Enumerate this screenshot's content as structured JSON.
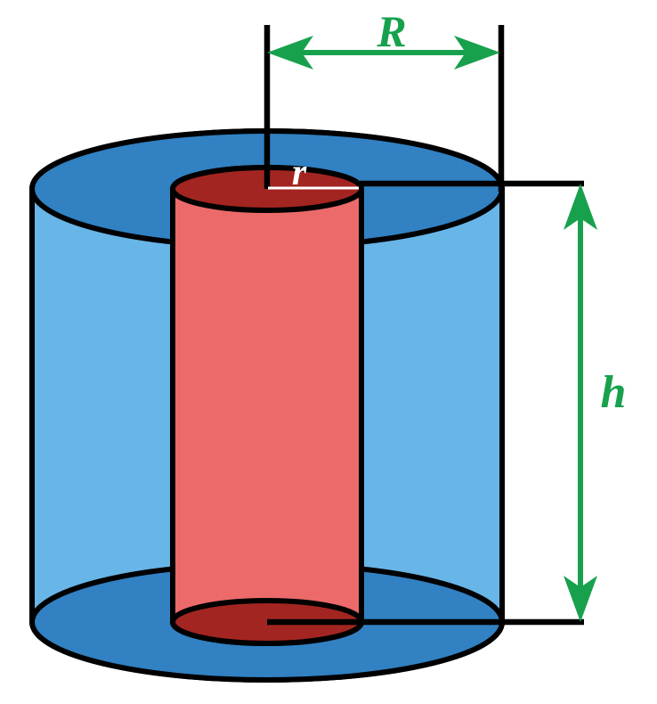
{
  "figure": {
    "labels": {
      "outer_radius": "R",
      "inner_radius": "r",
      "height": "h"
    },
    "colors": {
      "outer_wall": "#68b5e8",
      "outer_face": "#3181c3",
      "inner_wall": "#ec6a6a",
      "inner_face": "#a32521",
      "dimension_green": "#18a14d",
      "outline_black": "#000000",
      "radius_line_white": "#ffffff",
      "background": "#ffffff"
    }
  }
}
